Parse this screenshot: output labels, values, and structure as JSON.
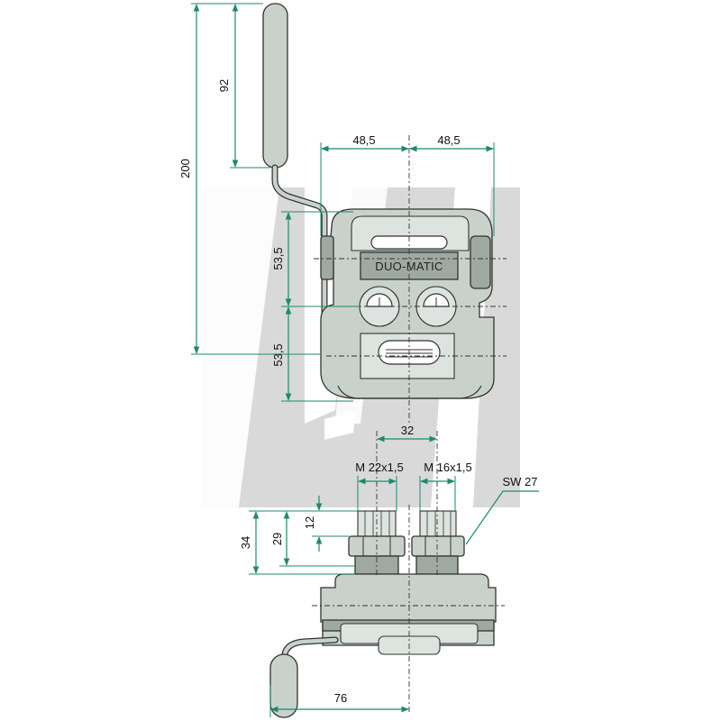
{
  "brand_label": "DUO-MATIC",
  "dimensions": {
    "handle_total_height": "200",
    "handle_grip_length": "92",
    "offset_left": "48,5",
    "offset_right": "48,5",
    "row_pitch_upper": "53,5",
    "row_pitch_lower": "53,5",
    "port_spacing": "32",
    "thread_left": "M 22x1,5",
    "thread_right": "M 16x1,5",
    "wrench_size": "SW 27",
    "fitting_height_total": "34",
    "fitting_height_mid": "29",
    "thread_length": "12",
    "handle_offset_bottom": "76"
  },
  "colors": {
    "dimension_line": "#1c8a6e",
    "part_fill": "#c9d1cb",
    "part_dark": "#9fa9a2",
    "background_logo": "#d9d9d9"
  }
}
